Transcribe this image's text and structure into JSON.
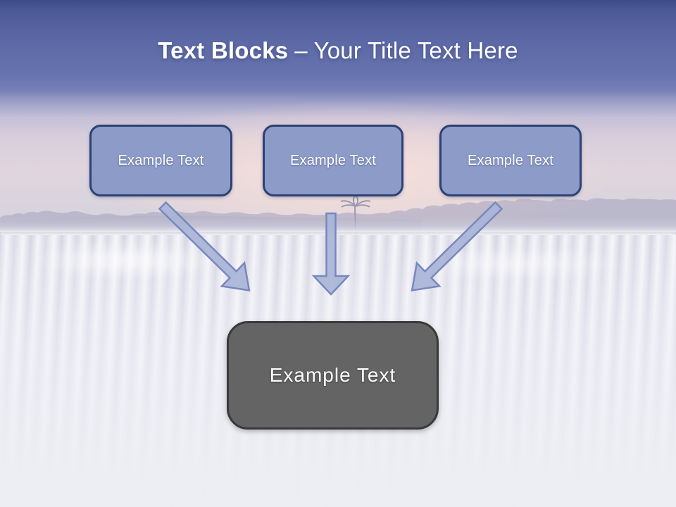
{
  "slide": {
    "title": {
      "bold": "Text Blocks",
      "regular": "– Your Title Text Here"
    },
    "blocks": [
      {
        "label": "Example Text"
      },
      {
        "label": "Example Text"
      },
      {
        "label": "Example Text"
      }
    ],
    "result_block": {
      "label": "Example Text"
    },
    "colors": {
      "title_text": "#ffffff",
      "block_fill": "#8d9bc8",
      "block_border": "#2e4173",
      "block_text": "#ffffff",
      "arrow_fill": "#a9b4d7",
      "arrow_border": "#7888bd",
      "result_fill": "#646464",
      "result_border": "#393939",
      "result_text": "#ffffff",
      "header_gradient_top": "#3e4a89",
      "header_gradient_bottom": "#6673af"
    }
  }
}
